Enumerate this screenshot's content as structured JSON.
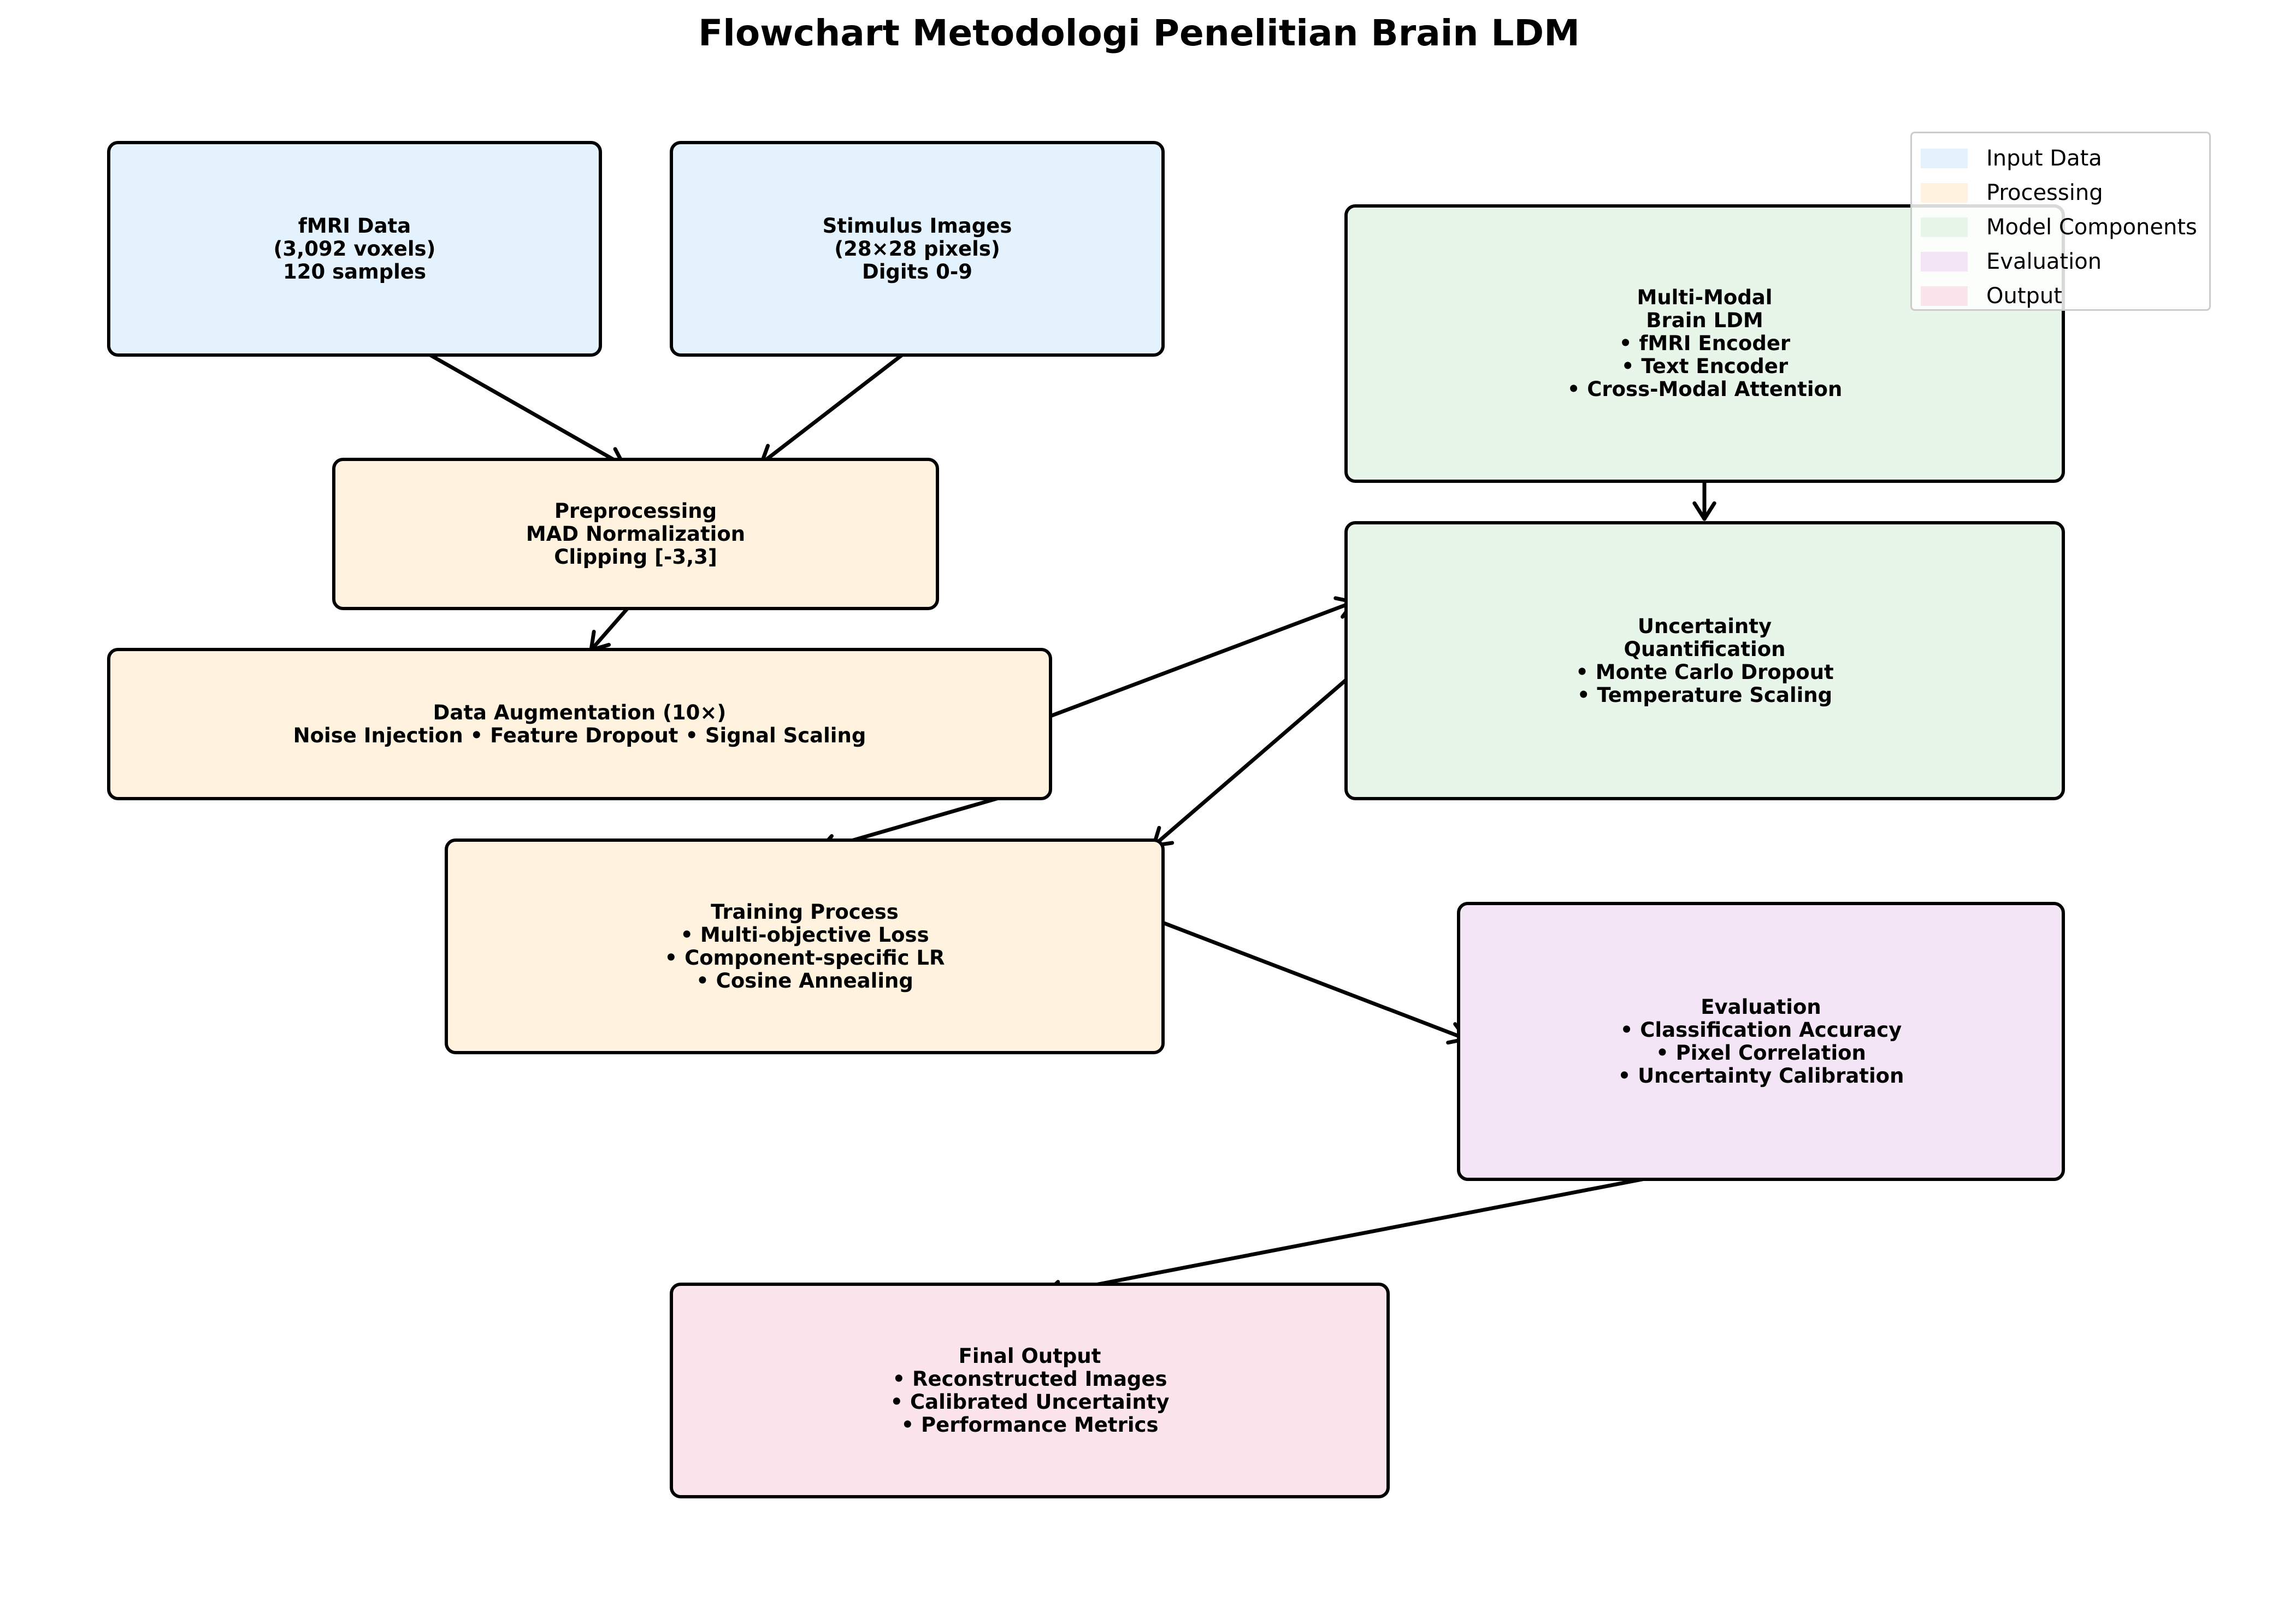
{
  "title": "Flowchart Metodologi Penelitian Brain LDM",
  "colors": {
    "input": "#e3f2fd",
    "processing": "#fff3e0",
    "model": "#e8f5e9",
    "evaluation": "#f3e5f5",
    "output": "#fce4ec",
    "border": "#000000"
  },
  "nodes": {
    "fmri": "fMRI Data\n(3,092 voxels)\n120 samples",
    "stimulus": "Stimulus Images\n(28×28 pixels)\nDigits 0-9",
    "preprocessing": "Preprocessing\nMAD Normalization\nClipping [-3,3]",
    "augmentation": "Data Augmentation (10×)\nNoise Injection • Feature Dropout • Signal Scaling",
    "training": "Training Process\n• Multi-objective Loss\n• Component-specific LR\n• Cosine Annealing",
    "model": "Multi-Modal\nBrain LDM\n• fMRI Encoder\n• Text Encoder\n• Cross-Modal Attention",
    "uncertainty": "Uncertainty\nQuantification\n• Monte Carlo Dropout\n• Temperature Scaling",
    "evaluation": "Evaluation\n• Classification Accuracy\n• Pixel Correlation\n• Uncertainty Calibration",
    "output": "Final Output\n• Reconstructed Images\n• Calibrated Uncertainty\n• Performance Metrics"
  },
  "legend": [
    {
      "label": "Input Data",
      "color": "#e3f2fd"
    },
    {
      "label": "Processing",
      "color": "#fff3e0"
    },
    {
      "label": "Model Components",
      "color": "#e8f5e9"
    },
    {
      "label": "Evaluation",
      "color": "#f3e5f5"
    },
    {
      "label": "Output",
      "color": "#fce4ec"
    }
  ]
}
